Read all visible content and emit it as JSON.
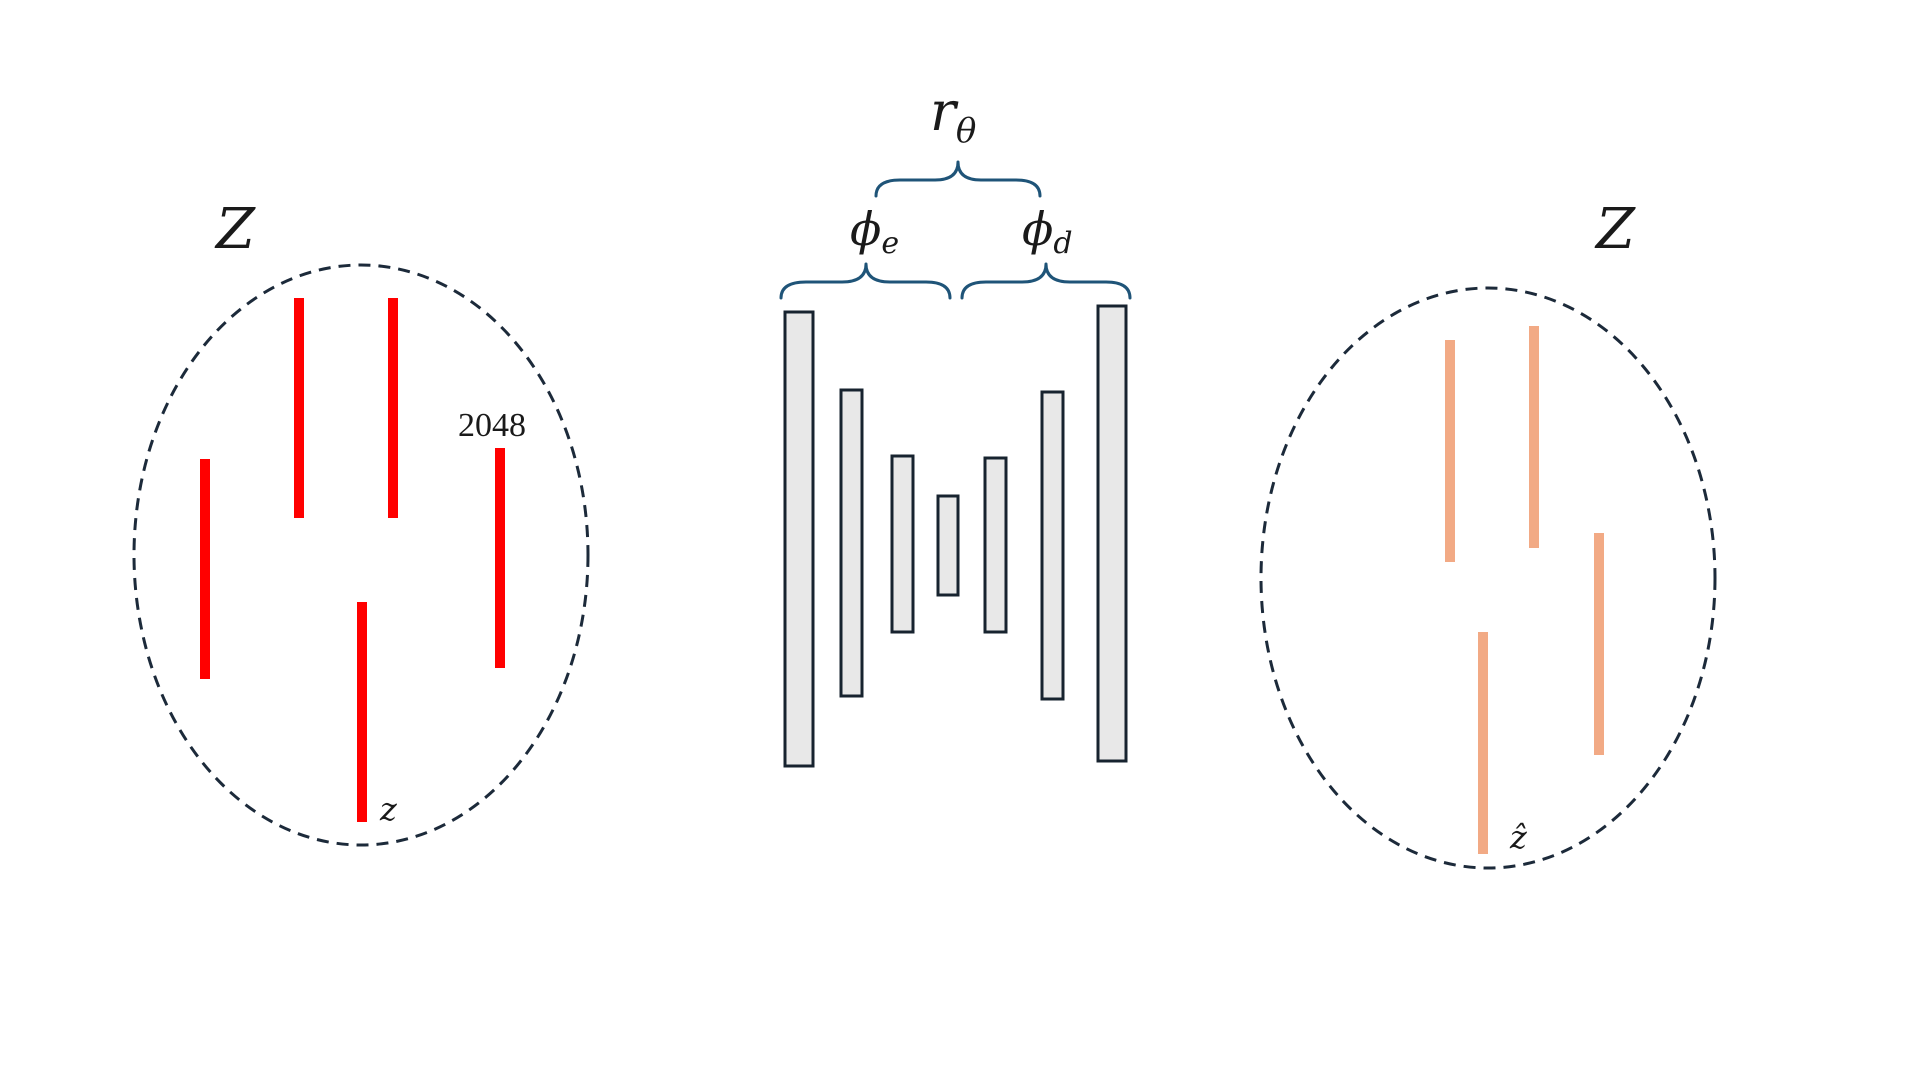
{
  "left_space": {
    "label": "Z",
    "vector_label": "z",
    "dimension_label": "2048",
    "vector_color": "#ff0000"
  },
  "right_space": {
    "label": "Z",
    "vector_label": "ẑ",
    "vector_color": "#f2aa85"
  },
  "network": {
    "top_label_main": "r",
    "top_label_sub": "θ",
    "encoder_label_main": "ϕ",
    "encoder_label_sub": "e",
    "decoder_label_main": "ϕ",
    "decoder_label_sub": "d",
    "layer_fill": "#e8e8e8",
    "layer_stroke": "#17232f",
    "brace_color": "#1f5478"
  }
}
